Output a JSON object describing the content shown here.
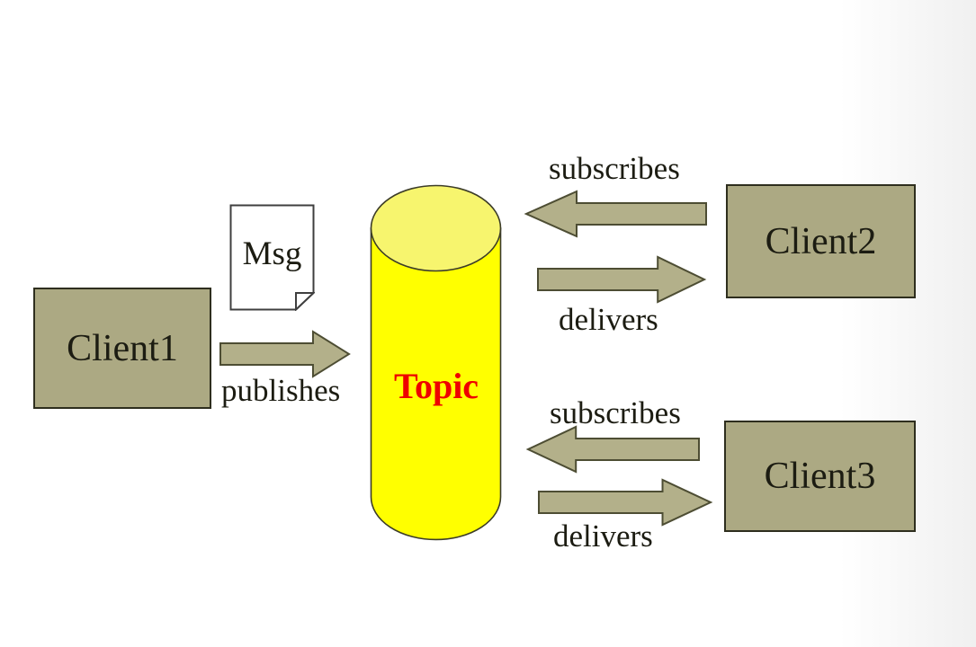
{
  "diagram": {
    "type": "publish-subscribe-topic-diagram",
    "nodes": {
      "client1": {
        "label": "Client1",
        "shape": "rectangle"
      },
      "client2": {
        "label": "Client2",
        "shape": "rectangle"
      },
      "client3": {
        "label": "Client3",
        "shape": "rectangle"
      },
      "topic": {
        "label": "Topic",
        "shape": "cylinder"
      },
      "msg": {
        "label": "Msg",
        "shape": "document"
      }
    },
    "edges": {
      "publishes": {
        "label": "publishes",
        "from": "Client1",
        "to": "Topic",
        "direction": "right"
      },
      "subscribes_client2": {
        "label": "subscribes",
        "from": "Client2",
        "to": "Topic",
        "direction": "left"
      },
      "delivers_client2": {
        "label": "delivers",
        "from": "Topic",
        "to": "Client2",
        "direction": "right"
      },
      "subscribes_client3": {
        "label": "subscribes",
        "from": "Client3",
        "to": "Topic",
        "direction": "left"
      },
      "delivers_client3": {
        "label": "delivers",
        "from": "Topic",
        "to": "Client3",
        "direction": "right"
      }
    },
    "colors": {
      "box_fill": "#aca983",
      "box_border": "#2e2e1e",
      "arrow_fill": "#b3b08a",
      "arrow_border": "#4d4d33",
      "cylinder_body": "#ffff00",
      "cylinder_top": "#f7f56e",
      "cylinder_outline": "#3c3c28",
      "topic_text": "#ee0000",
      "label_text": "#1c1c12",
      "doc_fill": "#ffffff",
      "doc_border": "#3f3f3f"
    }
  }
}
